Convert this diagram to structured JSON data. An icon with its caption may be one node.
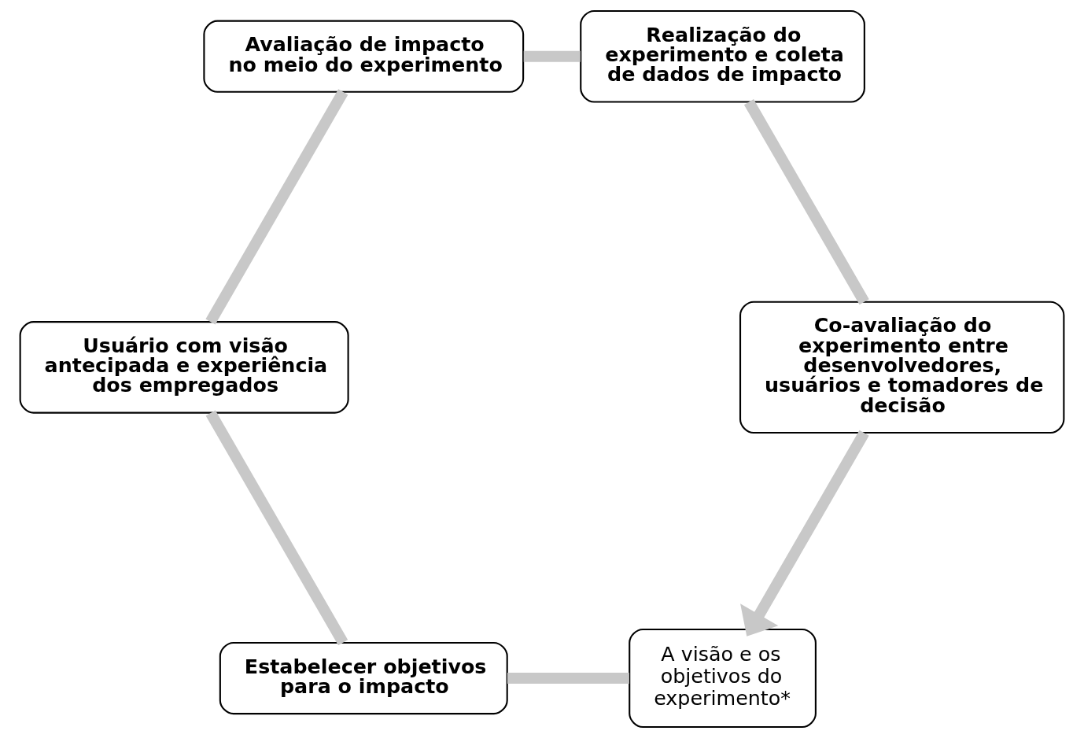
{
  "diagram": {
    "nodes": [
      {
        "text": [
          "A visão e os objetivos do experimento*"
        ]
      },
      {
        "text": [
          "Estabelecer objetivos para o impacto"
        ]
      },
      {
        "text": [
          "Usuário com visão antecipada e experiência dos empregados"
        ]
      },
      {
        "text": [
          "Avaliação de impacto no meio do experimento"
        ]
      },
      {
        "text": [
          "Realização do experimento e coleta de dados de impacto"
        ]
      },
      {
        "text": [
          "Co-avaliação do experimento entre desenvolvedores, usuários e tomadores de decisão"
        ]
      }
    ],
    "edges": [
      {
        "from": 0,
        "to": 1,
        "arrow": "none"
      },
      {
        "from": 1,
        "to": 2,
        "arrow": "none"
      },
      {
        "from": 2,
        "to": 3,
        "arrow": "none"
      },
      {
        "from": 3,
        "to": 4,
        "arrow": "none"
      },
      {
        "from": 4,
        "to": 5,
        "arrow": "none"
      },
      {
        "from": 5,
        "to": 0,
        "arrow": "to"
      }
    ]
  }
}
